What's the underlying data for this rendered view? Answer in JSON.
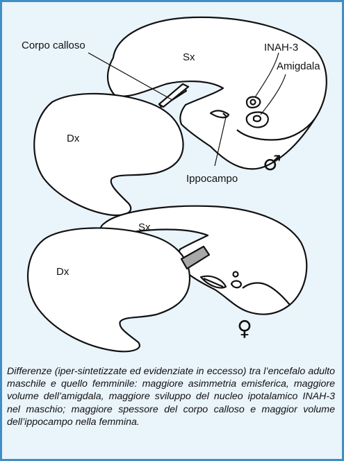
{
  "labels": {
    "corpo_calloso": "Corpo calloso",
    "sx_top": "Sx",
    "inah3": "INAH-3",
    "amigdala": "Amigdala",
    "dx_top": "Dx",
    "ippocampo": "Ippocampo",
    "male_symbol": "♂",
    "sx_bottom": "Sx",
    "dx_bottom": "Dx",
    "female_symbol": "♀"
  },
  "caption": "Differenze (iper-sintetizzate ed evidenziate in eccesso) tra l’encefalo adulto maschile e quello femminile: maggiore asimmetria emisferica, maggiore volume dell’amigdala, maggiore sviluppo del nucleo ipotalamico INAH-3 nel maschio; maggiore spessore del corpo calloso e maggior volume dell’ippocampo nella femmina.",
  "colors": {
    "frame": "#3d8fc4",
    "background": "#eaf4fb",
    "outline": "#111111",
    "callosum_fill": "#b5b5b5"
  }
}
